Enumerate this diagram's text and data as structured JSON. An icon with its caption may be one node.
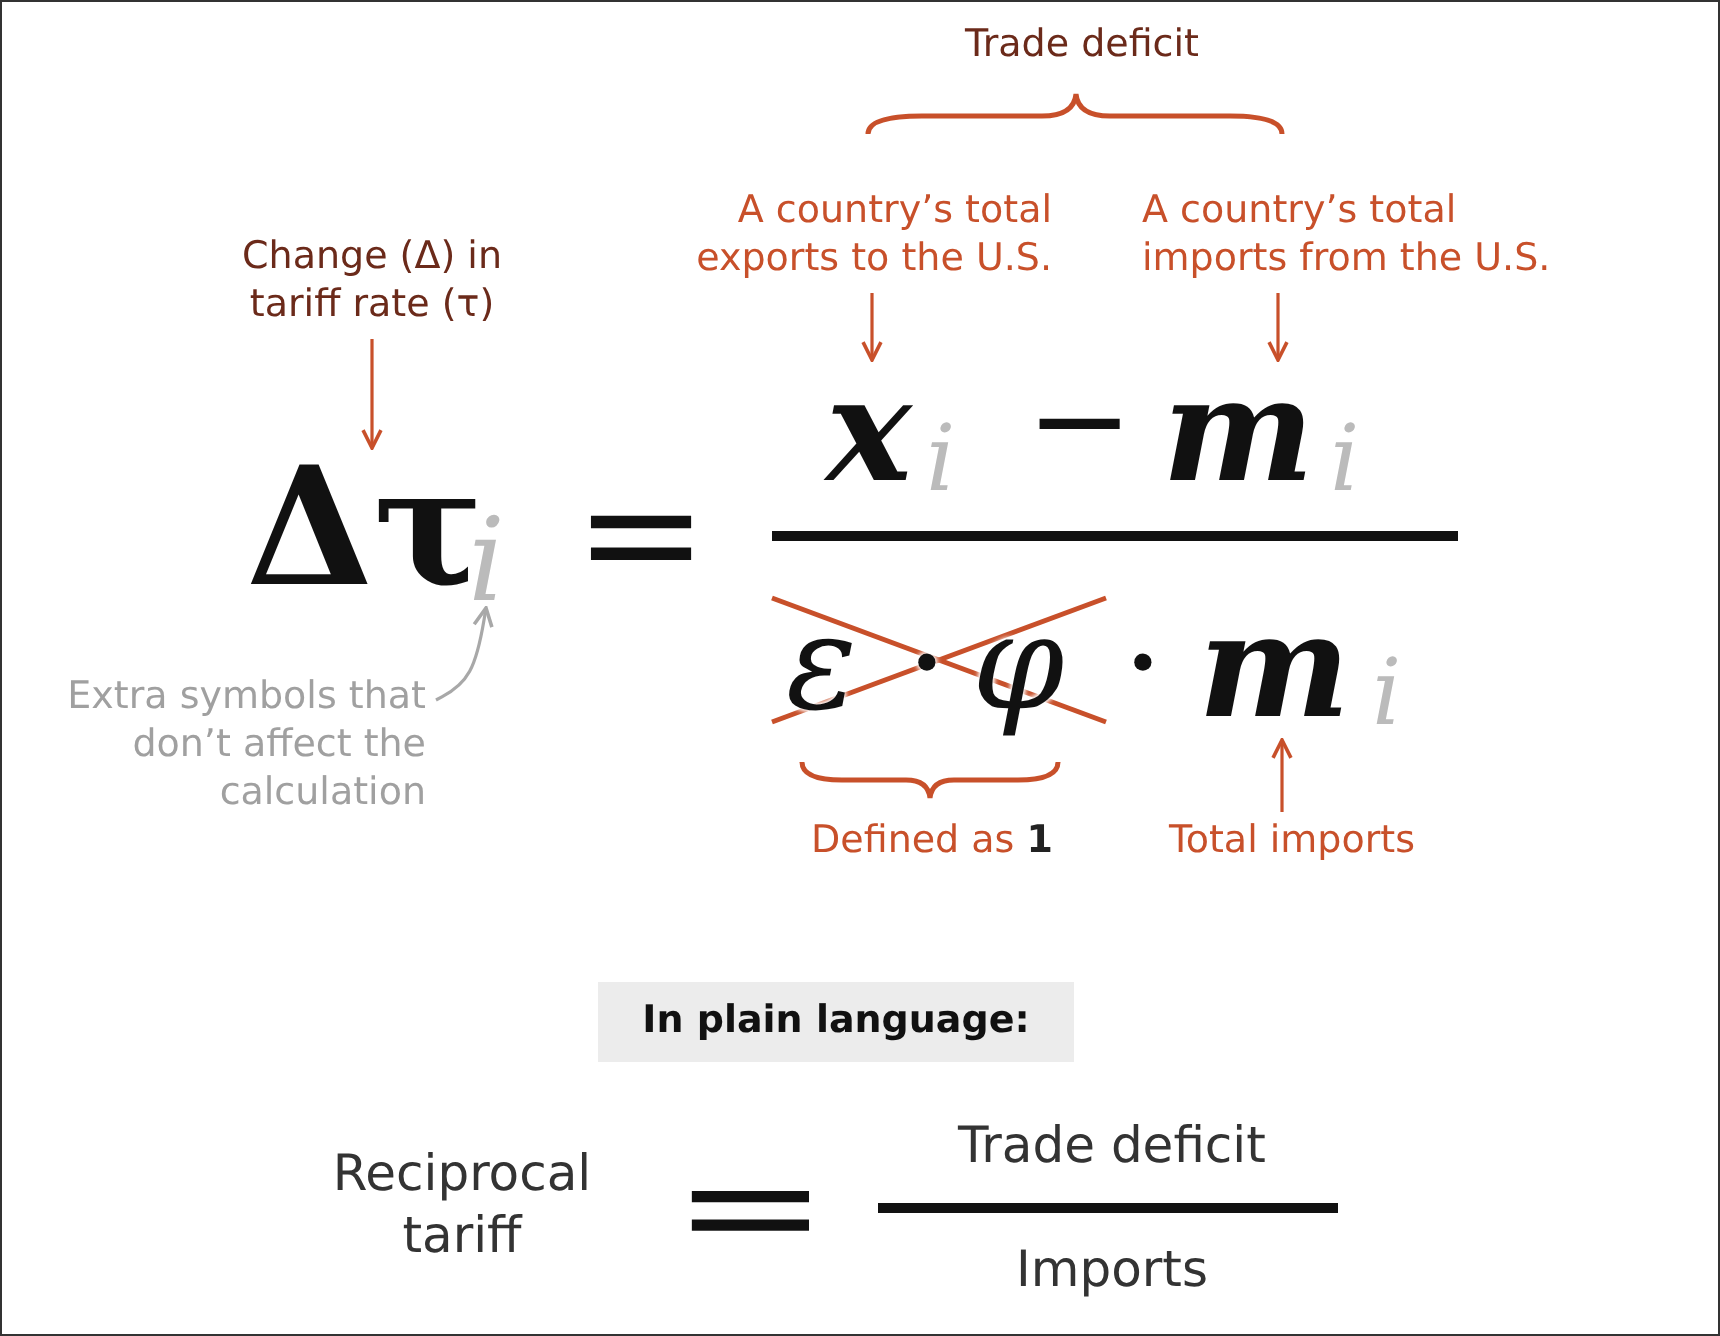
{
  "diagram": {
    "nodes": [
      {
        "text": [
          "Change (Δ) in tariff rate (τ)"
        ]
      },
      {
        "text": [
          "A country’s total exports to the U.S."
        ]
      },
      {
        "text": [
          "A country’s total imports from the U.S."
        ]
      },
      {
        "text": [
          "Δτ"
        ]
      },
      {
        "text": [
          "i"
        ]
      },
      {
        "text": [
          "x"
        ]
      },
      {
        "text": [
          "m"
        ]
      },
      {
        "text": [
          "Extra symbols that don’t affect the calculation"
        ]
      },
      {
        "text": [
          "m"
        ]
      },
      {
        "text": [
          "Total imports"
        ]
      }
    ],
    "edges": [
      {
        "from": 0,
        "to": 3,
        "arrow": "to"
      },
      {
        "from": 1,
        "to": 5,
        "arrow": "to"
      },
      {
        "from": 2,
        "to": 6,
        "arrow": "to"
      },
      {
        "from": 7,
        "to": 4,
        "arrow": "to",
        "color": "#a8a8a8"
      },
      {
        "from": 9,
        "to": 8,
        "arrow": "to"
      }
    ],
    "labels": [
      "Trade deficit",
      "i",
      "−",
      "i",
      "=",
      "ε",
      "·",
      "φ",
      "·",
      "i",
      "Defined as **1**",
      "In plain language:",
      "Reciprocal tariff",
      "=",
      "Trade deficit",
      "Imports"
    ]
  }
}
